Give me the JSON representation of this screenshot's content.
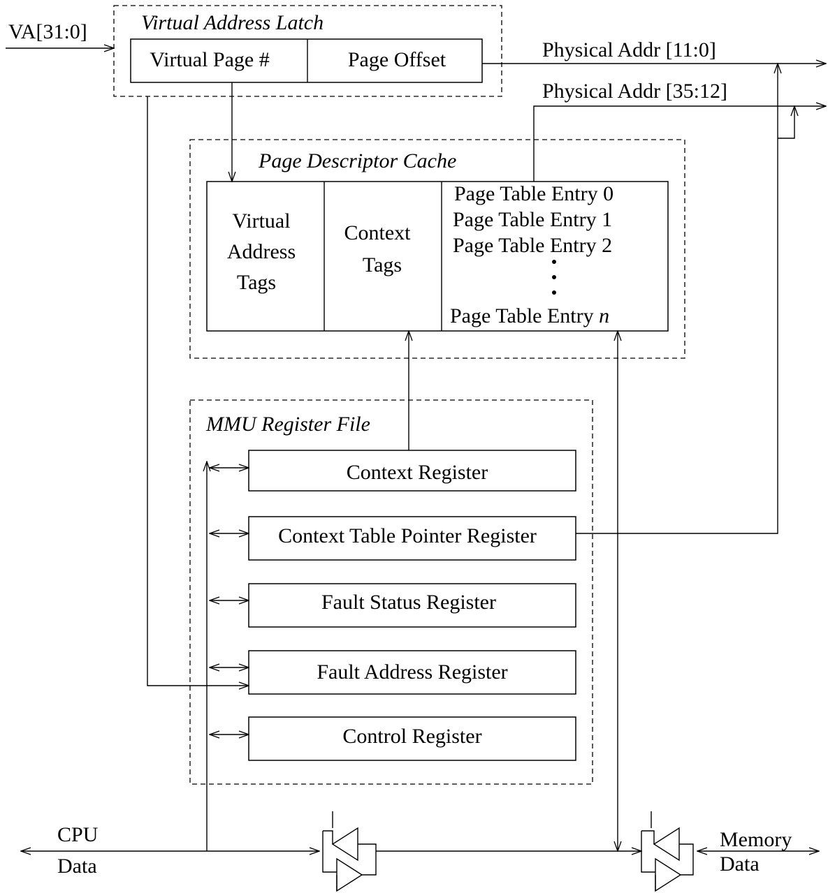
{
  "inputs": {
    "va": "VA[31:0]"
  },
  "outputs": {
    "pa_low": "Physical Addr [11:0]",
    "pa_high": "Physical Addr [35:12]"
  },
  "va_latch": {
    "title": "Virtual Address Latch",
    "virtual_page": "Virtual Page #",
    "page_offset": "Page Offset"
  },
  "pdc": {
    "title": "Page Descriptor Cache",
    "va_tags": [
      "Virtual",
      "Address",
      "Tags"
    ],
    "context_tags": [
      "Context",
      "Tags"
    ],
    "entries": [
      "Page Table Entry 0",
      "Page Table Entry 1",
      "Page Table Entry 2"
    ],
    "last_entry_prefix": "Page Table Entry ",
    "last_entry_index": "n"
  },
  "mmu": {
    "title": "MMU Register File",
    "registers": [
      "Context Register",
      "Context Table Pointer Register",
      "Fault Status Register",
      "Fault Address Register",
      "Control Register"
    ]
  },
  "bus": {
    "cpu_line1": "CPU",
    "cpu_line2": "Data",
    "mem_line1": "Memory",
    "mem_line2": "Data"
  }
}
